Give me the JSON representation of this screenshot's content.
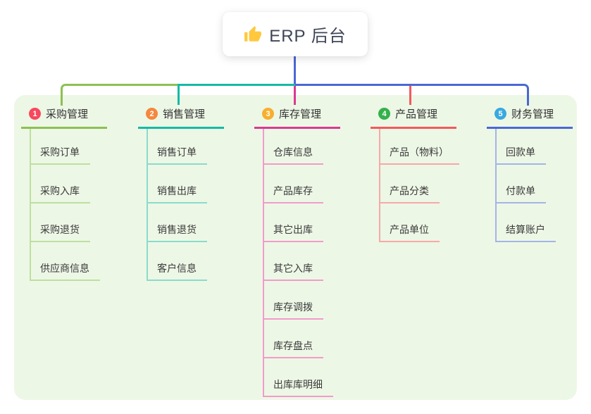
{
  "root": {
    "label": "ERP 后台",
    "icon": "thumbs-up",
    "icon_color": "#FFC83D"
  },
  "panel_bg": "#EDF7E6",
  "branches": [
    {
      "num": "1",
      "label": "采购管理",
      "badge_color": "#F8485E",
      "line_color": "#8CC152",
      "light_line_color": "#BCE09E",
      "items": [
        "采购订单",
        "采购入库",
        "采购退货",
        "供应商信息"
      ]
    },
    {
      "num": "2",
      "label": "销售管理",
      "badge_color": "#F6873C",
      "line_color": "#16BAA5",
      "light_line_color": "#8ADCCB",
      "items": [
        "销售订单",
        "销售出库",
        "销售退货",
        "客户信息"
      ]
    },
    {
      "num": "3",
      "label": "库存管理",
      "badge_color": "#F8AE2E",
      "line_color": "#D93A93",
      "light_line_color": "#F29BCB",
      "items": [
        "仓库信息",
        "产品库存",
        "其它出库",
        "其它入库",
        "库存调拨",
        "库存盘点",
        "出库库明细"
      ]
    },
    {
      "num": "4",
      "label": "产品管理",
      "badge_color": "#35B14B",
      "line_color": "#F4595C",
      "light_line_color": "#F8A8A8",
      "items": [
        "产品（物料）",
        "产品分类",
        "产品单位"
      ]
    },
    {
      "num": "5",
      "label": "财务管理",
      "badge_color": "#39A9DF",
      "line_color": "#4A68D3",
      "light_line_color": "#A4B4E6",
      "items": [
        "回款单",
        "付款单",
        "结算账户"
      ]
    }
  ]
}
